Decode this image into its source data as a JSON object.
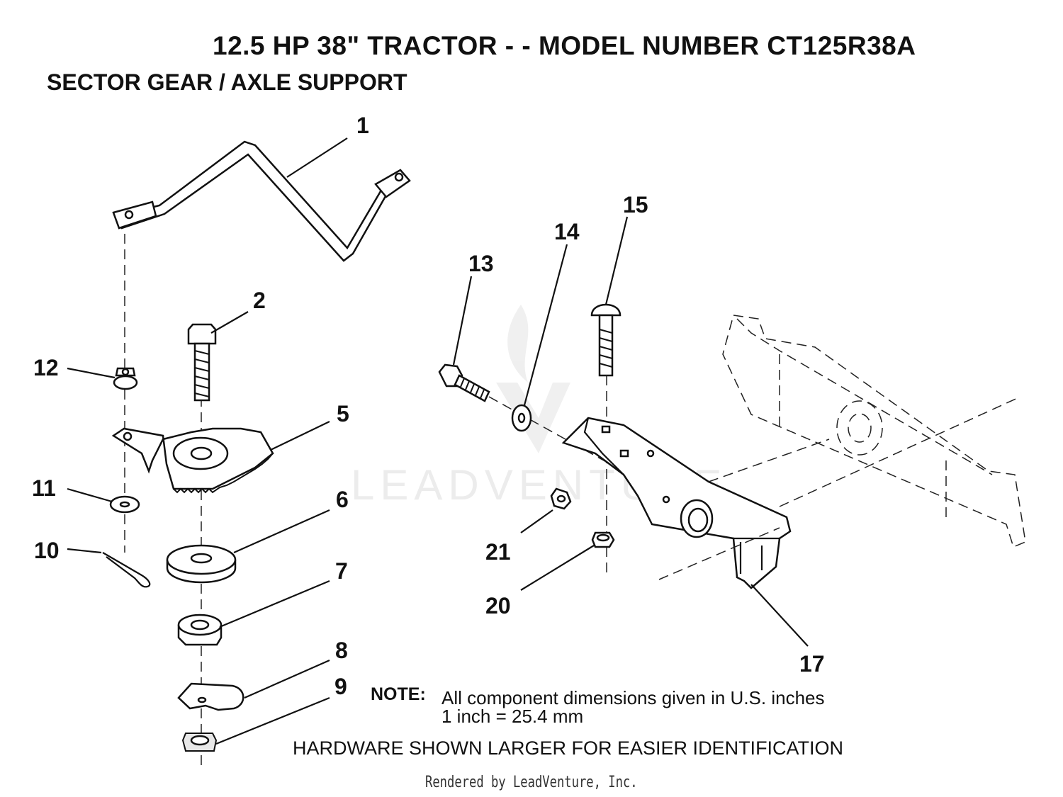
{
  "title": "12.5 HP 38\" TRACTOR - - MODEL NUMBER CT125R38A",
  "subtitle": "SECTOR GEAR / AXLE SUPPORT",
  "callouts": {
    "n1": "1",
    "n2": "2",
    "n5": "5",
    "n6": "6",
    "n7": "7",
    "n8": "8",
    "n9": "9",
    "n10": "10",
    "n11": "11",
    "n12": "12",
    "n13": "13",
    "n14": "14",
    "n15": "15",
    "n17": "17",
    "n20": "20",
    "n21": "21"
  },
  "note": {
    "label": "NOTE:",
    "line1": "All component dimensions given in U.S. inches",
    "line2": "1 inch = 25.4 mm"
  },
  "hardware_text": "HARDWARE SHOWN LARGER FOR EASIER IDENTIFICATION",
  "footer": "Rendered by LeadVenture, Inc.",
  "watermark": "LEADVENTURE"
}
